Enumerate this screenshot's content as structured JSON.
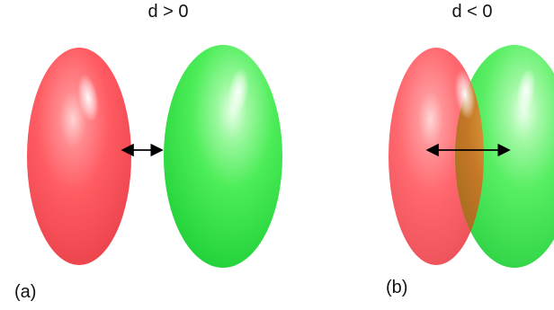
{
  "panel_a": {
    "title": "d > 0",
    "label": "(a)"
  },
  "panel_b": {
    "title": "d < 0",
    "label": "(b)"
  },
  "colors": {
    "left_ellipsoid": "#ff4a52",
    "right_ellipsoid": "#37e846",
    "overlap": "#cf6f1b",
    "arrow": "#000000",
    "background": "#ffffff"
  }
}
